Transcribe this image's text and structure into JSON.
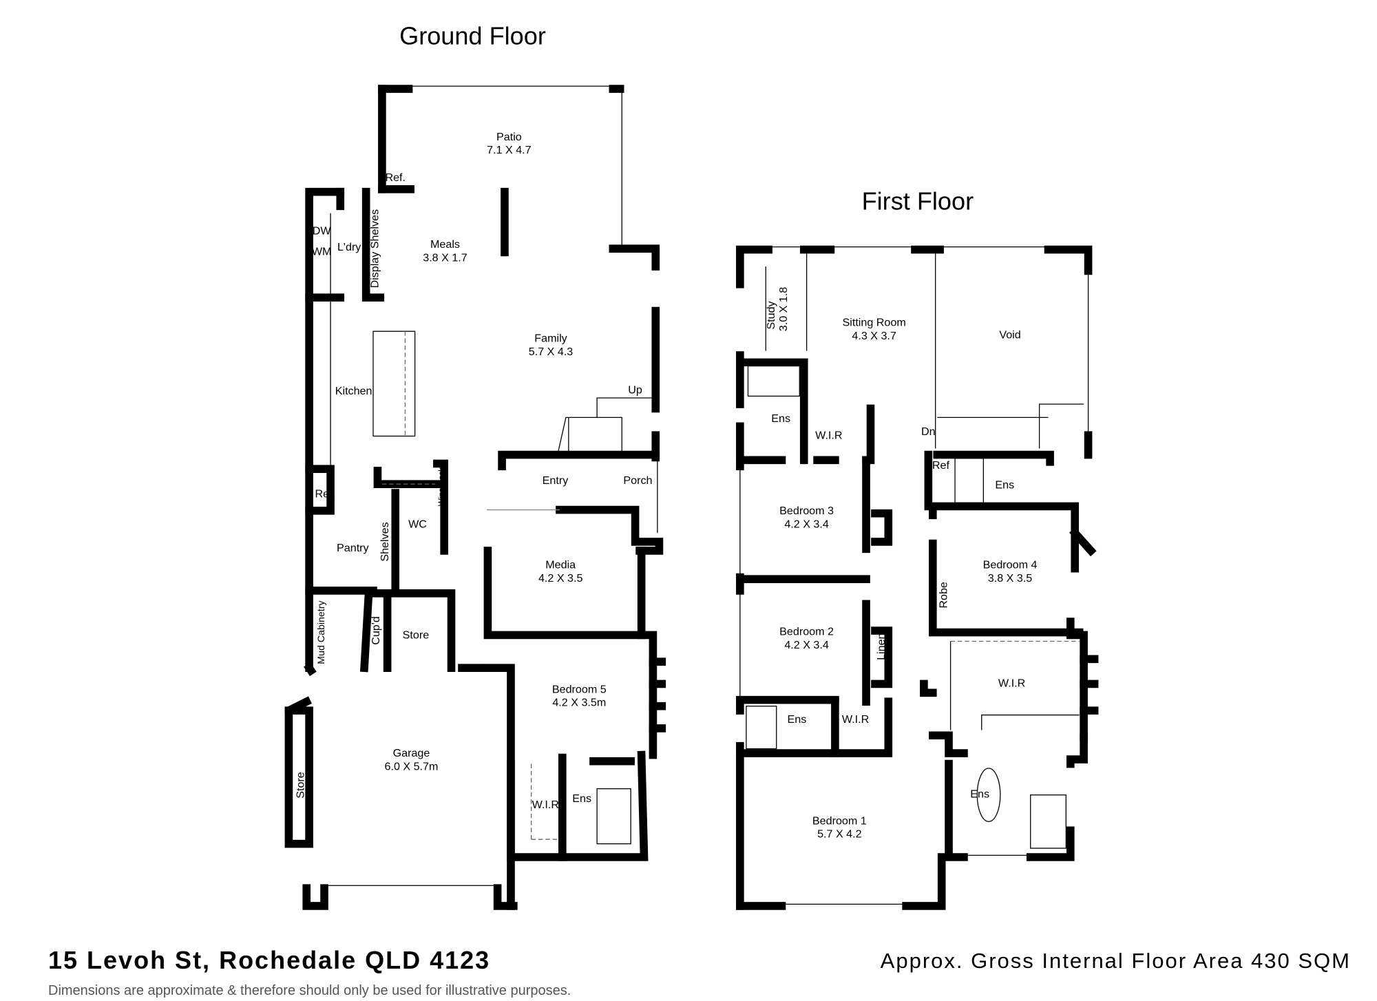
{
  "titles": {
    "ground": "Ground Floor",
    "first": "First Floor"
  },
  "ground_rooms": {
    "patio": {
      "name": "Patio",
      "dims": "7.1 X 4.7"
    },
    "meals": {
      "name": "Meals",
      "dims": "3.8 X 1.7"
    },
    "family": {
      "name": "Family",
      "dims": "5.7 X 4.3"
    },
    "media": {
      "name": "Media",
      "dims": "4.2 X 3.5"
    },
    "bedroom5": {
      "name": "Bedroom 5",
      "dims": "4.2 X 3.5m"
    },
    "garage": {
      "name": "Garage",
      "dims": "6.0 X 5.7m"
    },
    "ref_patio": "Ref.",
    "dw": "DW",
    "wm": "WM",
    "ldry": "L'dry",
    "display_shelves": "Display Shelves",
    "kitchen": "Kitchen",
    "ref": "Ref.",
    "pantry": "Pantry",
    "shelves": "Shelves",
    "wc": "WC",
    "wine_rack": "Wine Rack",
    "mud": "Mud Cabinetry",
    "cupd": "Cup'd",
    "store": "Store",
    "store_garage": "Store",
    "entry": "Entry",
    "porch": "Porch",
    "up": "Up",
    "wir": "W.I.R",
    "ens": "Ens"
  },
  "first_rooms": {
    "study": {
      "name": "Study",
      "dims": "3.0 X 1.8"
    },
    "sitting": {
      "name": "Sitting Room",
      "dims": "4.3 X 3.7"
    },
    "void": "Void",
    "bedroom3": {
      "name": "Bedroom 3",
      "dims": "4.2 X 3.4"
    },
    "bedroom2": {
      "name": "Bedroom 2",
      "dims": "4.2 X 3.4"
    },
    "bedroom4": {
      "name": "Bedroom 4",
      "dims": "3.8 X 3.5"
    },
    "bedroom1": {
      "name": "Bedroom 1",
      "dims": "5.7 X 4.2"
    },
    "ens_a": "Ens",
    "wir_a": "W.I.R",
    "dn": "Dn",
    "ref": "Ref",
    "ens_b": "Ens",
    "robe": "Robe",
    "linen": "Linen",
    "wir_b": "W.I.R",
    "ens_c": "Ens",
    "wir_c": "W.I.R",
    "ens_d": "Ens"
  },
  "footer": {
    "address": "15 Levoh St, Rochedale QLD 4123",
    "area": "Approx. Gross Internal Floor Area 430 SQM",
    "disclaimer": "Dimensions are approximate & therefore should only be used for illustrative purposes."
  }
}
